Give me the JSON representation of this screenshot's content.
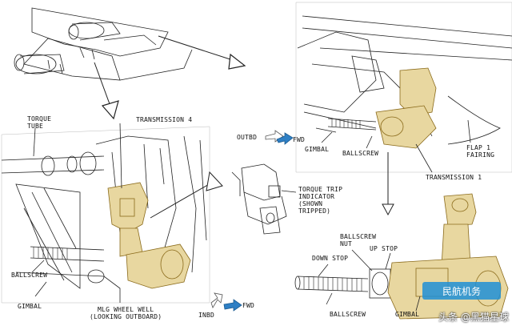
{
  "colors": {
    "ink": "#222222",
    "part_fill": "#e8d7a0",
    "part_stroke": "#8a6a1a",
    "fwd_arrow": "#2e7fc4",
    "outbd_arrow": "#ffffff"
  },
  "labels": {
    "torque_tube": [
      "TORQUE",
      "TUBE"
    ],
    "transmission_4": "TRANSMISSION 4",
    "ballscrew_left": "BALLSCREW",
    "gimbal_left": "GIMBAL",
    "mlg_wheel_well": [
      "MLG WHEEL WELL",
      "(LOOKING OUTBOARD)"
    ],
    "inbd": "INBD",
    "fwd_bottom": "FWD",
    "outbd": "OUTBD",
    "fwd_top": "FWD",
    "torque_trip_indicator": [
      "TORQUE TRIP",
      "INDICATOR",
      "(SHOWN",
      "TRIPPED)"
    ],
    "gimbal_right": "GIMBAL",
    "ballscrew_right": "BALLSCREW",
    "flap_1_fairing": [
      "FLAP 1",
      "FAIRING"
    ],
    "transmission_1": "TRANSMISSION 1",
    "ballscrew_nut": [
      "BALLSCREW",
      "NUT"
    ],
    "up_stop": "UP STOP",
    "down_stop": "DOWN STOP",
    "ballscrew_bottom": "BALLSCREW",
    "gimbal_bottom": "GIMBAL"
  },
  "watermark": {
    "logo_text": "民航机务",
    "text": "头条 @黑猫星球"
  }
}
